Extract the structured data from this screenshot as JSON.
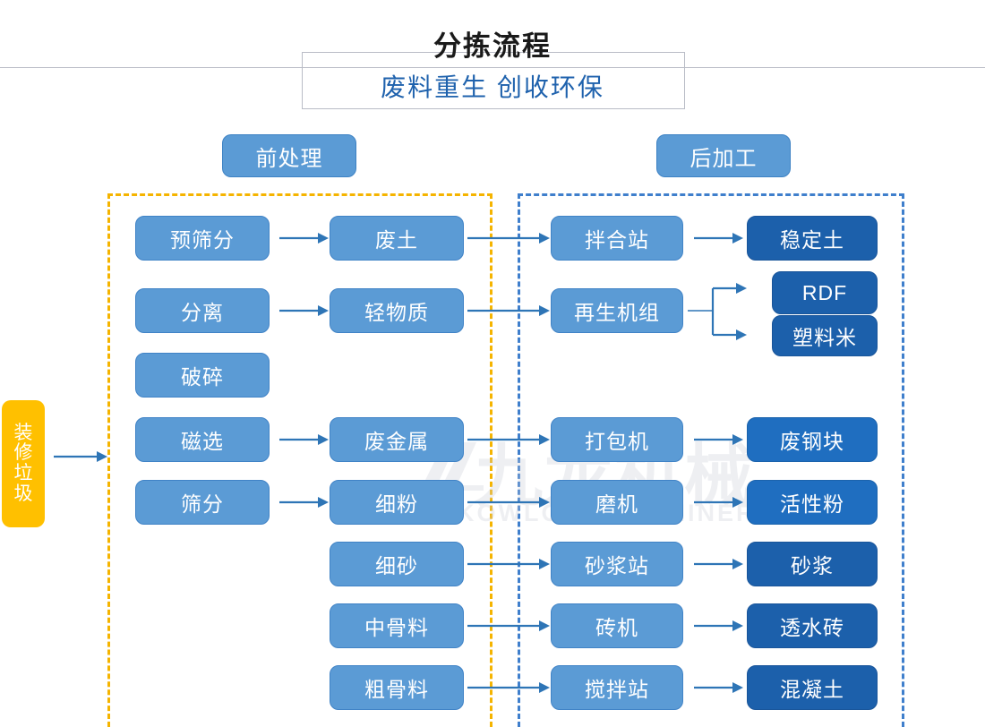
{
  "header": {
    "title": "分拣流程",
    "subtitle": "废料重生 创收环保"
  },
  "sections": [
    {
      "id": "pre",
      "label": "前处理",
      "border_color": "#f5b400"
    },
    {
      "id": "post",
      "label": "后加工",
      "border_color": "#3f7fcc"
    }
  ],
  "feedstock": {
    "label": "装修垃圾",
    "color": "#ffc000"
  },
  "colors": {
    "process_box": "#5b9bd5",
    "output_box": "#1f6ec0",
    "output_box_deep": "#1c60ab",
    "arrow": "#2e75b6",
    "title_text": "#1a1a1a",
    "subtitle_text": "#1f62ad",
    "rule": "#b9bcc6"
  },
  "watermark": {
    "cn": "九龙机械",
    "en": "KOWLOONMACHINERY"
  },
  "flow": {
    "pre_process": [
      {
        "label": "预筛分"
      },
      {
        "label": "分离"
      },
      {
        "label": "破碎"
      },
      {
        "label": "磁选"
      },
      {
        "label": "筛分"
      }
    ],
    "materials": [
      {
        "label": "废土"
      },
      {
        "label": "轻物质"
      },
      {
        "label": "废金属"
      },
      {
        "label": "细粉"
      },
      {
        "label": "细砂"
      },
      {
        "label": "中骨料"
      },
      {
        "label": "粗骨料"
      }
    ],
    "post_equipment": [
      {
        "label": "拌合站"
      },
      {
        "label": "再生机组"
      },
      {
        "label": "打包机"
      },
      {
        "label": "磨机"
      },
      {
        "label": "砂浆站"
      },
      {
        "label": "砖机"
      },
      {
        "label": "搅拌站"
      }
    ],
    "products": [
      {
        "label": "稳定土"
      },
      {
        "label": "RDF"
      },
      {
        "label": "塑料米"
      },
      {
        "label": "废钢块"
      },
      {
        "label": "活性粉"
      },
      {
        "label": "砂浆"
      },
      {
        "label": "透水砖"
      },
      {
        "label": "混凝土"
      }
    ],
    "edges": [
      {
        "from": "装修垃圾",
        "to": "前处理"
      },
      {
        "from": "预筛分",
        "to": "废土"
      },
      {
        "from": "分离",
        "to": "轻物质"
      },
      {
        "from": "磁选",
        "to": "废金属"
      },
      {
        "from": "筛分",
        "to": "细粉"
      },
      {
        "from": "废土",
        "to": "拌合站"
      },
      {
        "from": "轻物质",
        "to": "再生机组"
      },
      {
        "from": "废金属",
        "to": "打包机"
      },
      {
        "from": "细粉",
        "to": "磨机"
      },
      {
        "from": "细砂",
        "to": "砂浆站"
      },
      {
        "from": "中骨料",
        "to": "砖机"
      },
      {
        "from": "粗骨料",
        "to": "搅拌站"
      },
      {
        "from": "拌合站",
        "to": "稳定土"
      },
      {
        "from": "再生机组",
        "to": "RDF"
      },
      {
        "from": "再生机组",
        "to": "塑料米"
      },
      {
        "from": "打包机",
        "to": "废钢块"
      },
      {
        "from": "磨机",
        "to": "活性粉"
      },
      {
        "from": "砂浆站",
        "to": "砂浆"
      },
      {
        "from": "砖机",
        "to": "透水砖"
      },
      {
        "from": "搅拌站",
        "to": "混凝土"
      }
    ]
  }
}
